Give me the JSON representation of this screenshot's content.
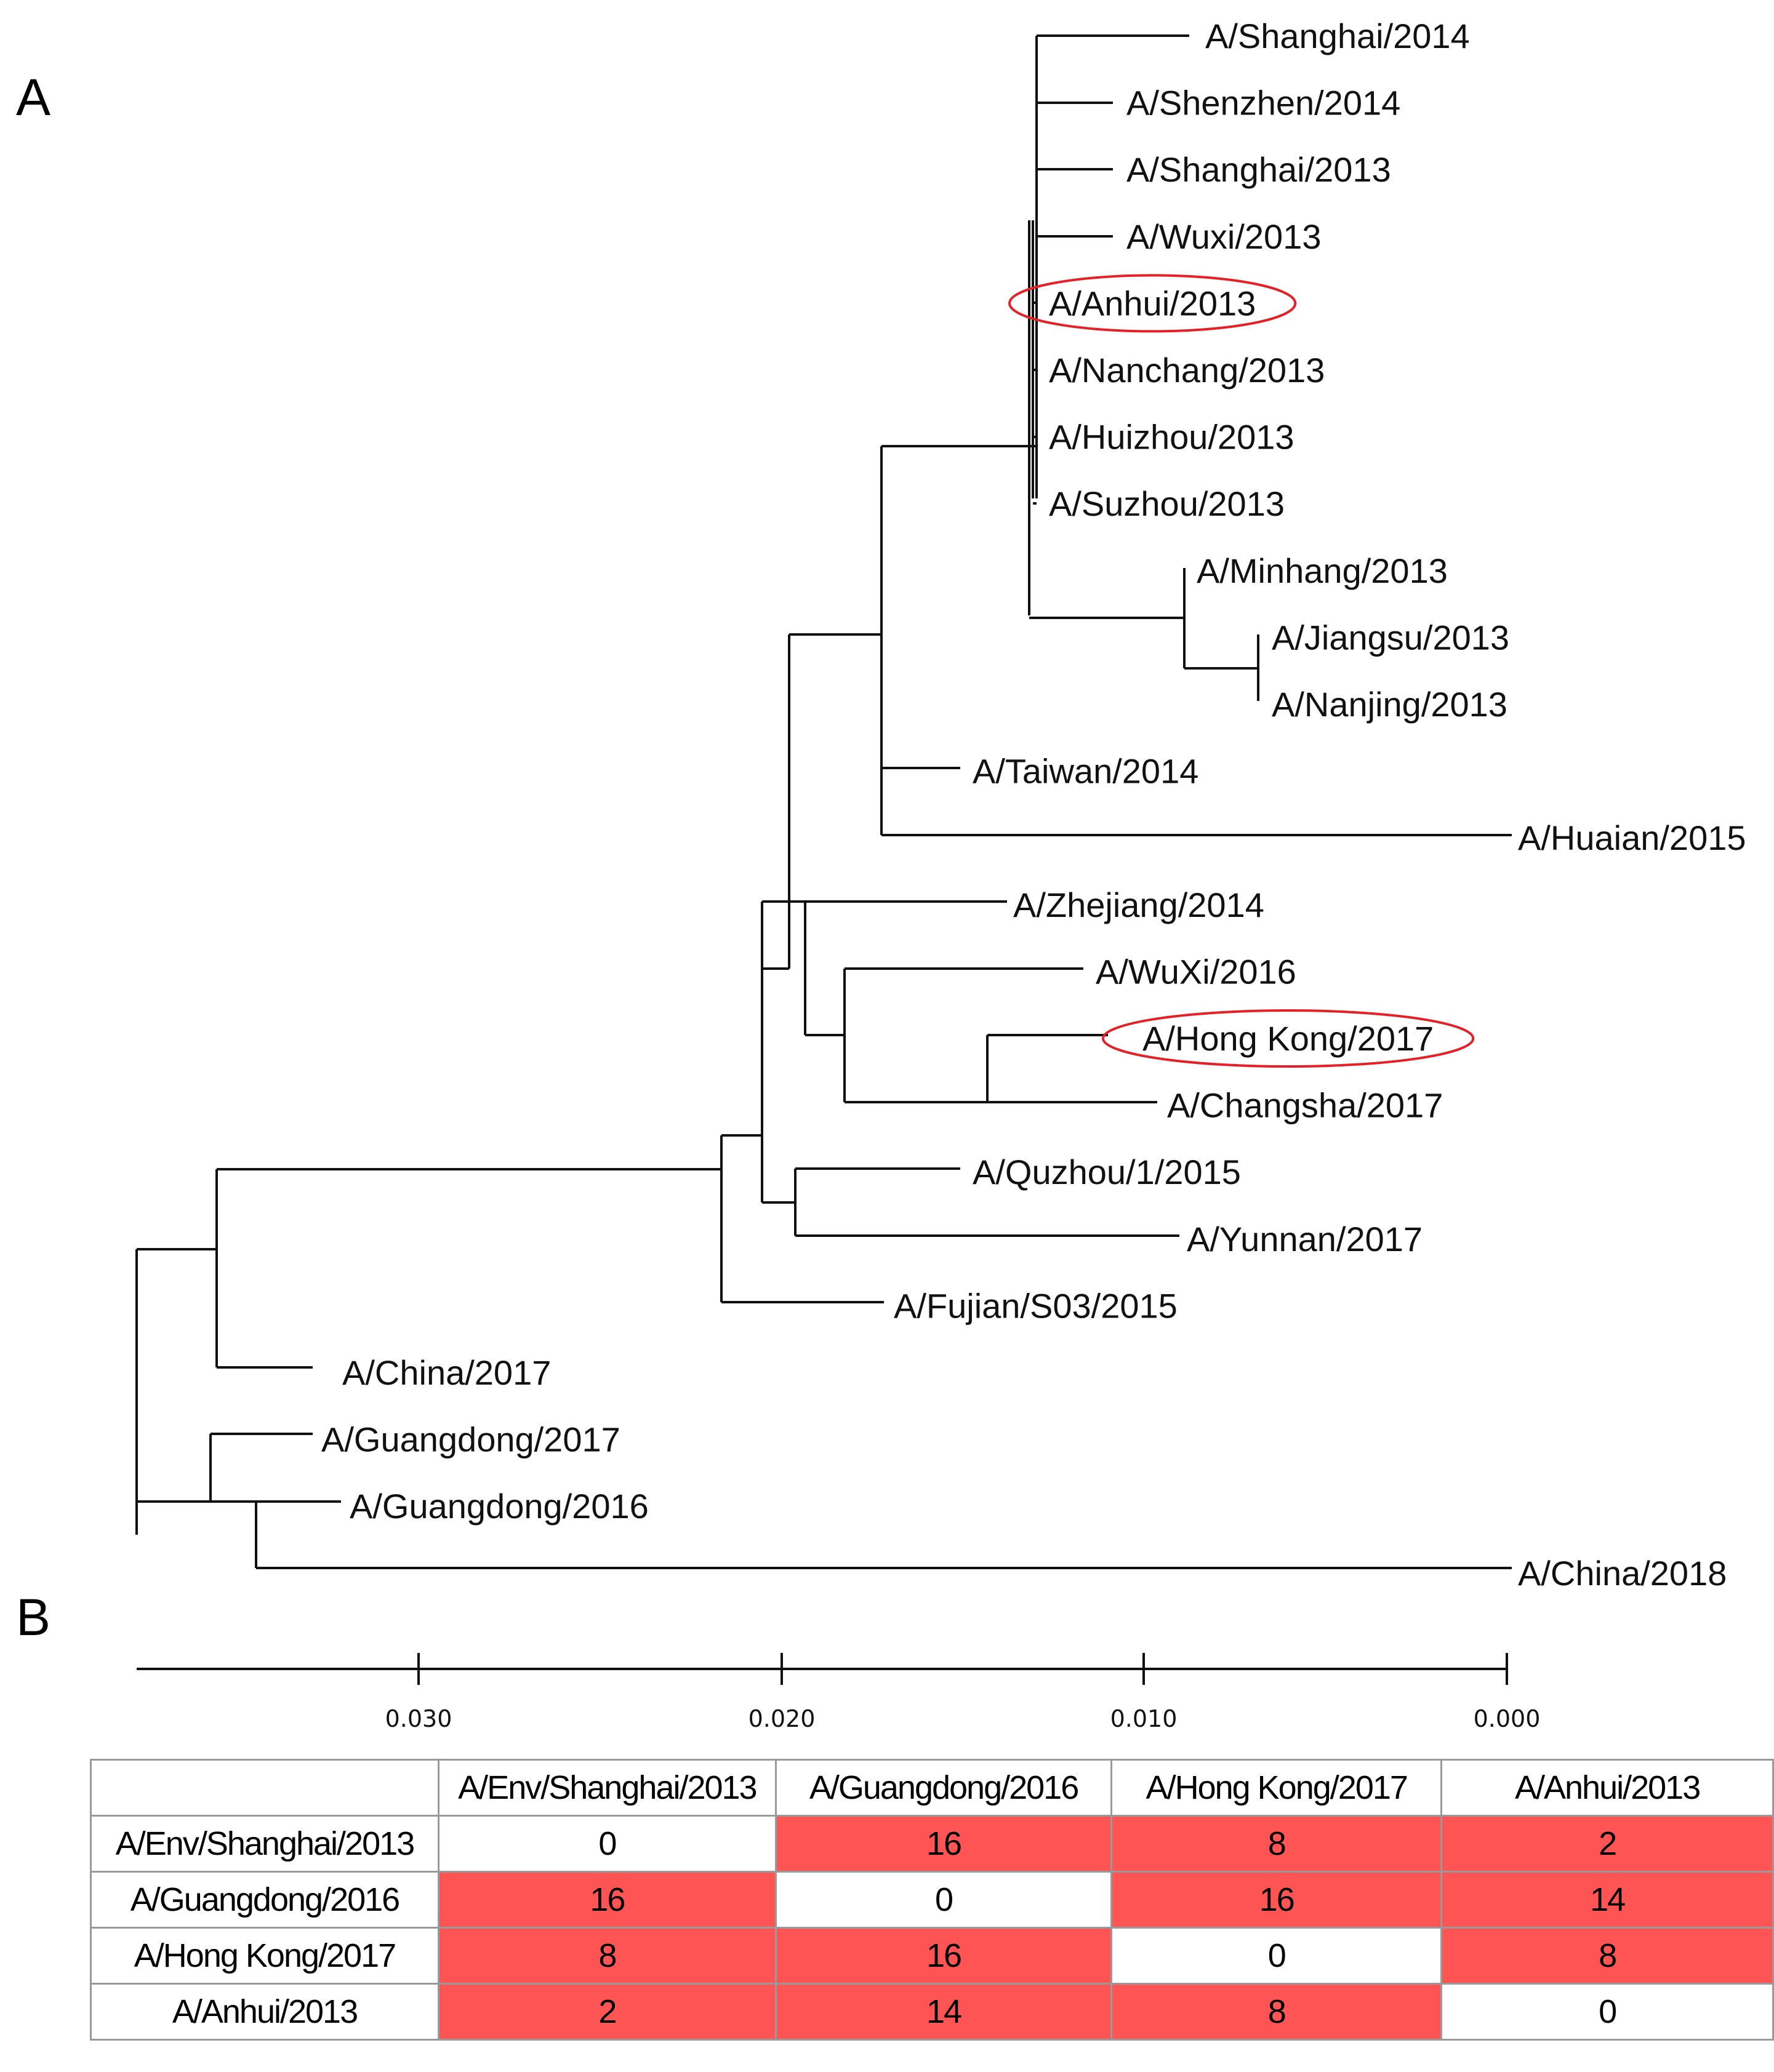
{
  "panels": {
    "a": "A",
    "b": "B"
  },
  "tree": {
    "leaves": [
      "A/Shanghai/2014",
      "A/Shenzhen/2014",
      "A/Shanghai/2013",
      "A/Wuxi/2013",
      "A/Anhui/2013",
      "A/Nanchang/2013",
      "A/Huizhou/2013",
      "A/Suzhou/2013",
      "A/Minhang/2013",
      "A/Jiangsu/2013",
      "A/Nanjing/2013",
      "A/Taiwan/2014",
      "A/Huaian/2015",
      "A/Zhejiang/2014",
      "A/WuXi/2016",
      "A/Hong Kong/2017",
      "A/Changsha/2017",
      "A/Quzhou/1/2015",
      "A/Yunnan/2017",
      "A/Fujian/S03/2015",
      "A/China/2017",
      "A/Guangdong/2017",
      "A/Guangdong/2016",
      "A/China/2018"
    ],
    "highlighted": [
      "A/Anhui/2013",
      "A/Hong Kong/2017"
    ],
    "highlight_color": "#e32126",
    "scale": {
      "ticks": [
        "0.030",
        "0.020",
        "0.010",
        "0.000"
      ],
      "reversed": true
    }
  },
  "matrix": {
    "columns": [
      "A/Env/Shanghai/2013",
      "A/Guangdong/2016",
      "A/Hong Kong/2017",
      "A/Anhui/2013"
    ],
    "rows": [
      {
        "label": "A/Env/Shanghai/2013",
        "values": [
          "0",
          "16",
          "8",
          "2"
        ]
      },
      {
        "label": "A/Guangdong/2016",
        "values": [
          "16",
          "0",
          "16",
          "14"
        ]
      },
      {
        "label": "A/Hong Kong/2017",
        "values": [
          "8",
          "16",
          "0",
          "8"
        ]
      },
      {
        "label": "A/Anhui/2013",
        "values": [
          "2",
          "14",
          "8",
          "0"
        ]
      }
    ],
    "diff_color": "#ff5454"
  }
}
